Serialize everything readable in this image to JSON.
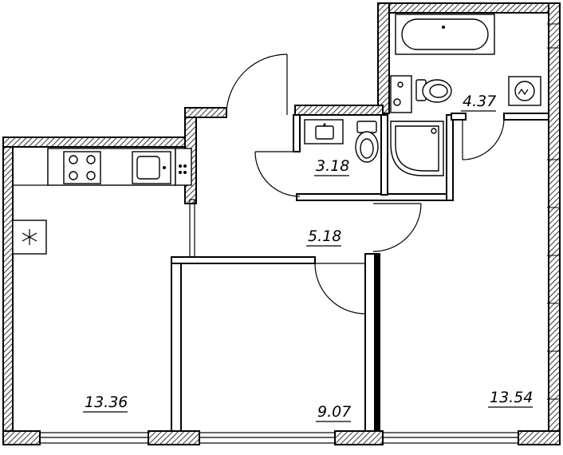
{
  "rooms": [
    {
      "id": "kitchen",
      "area": "13.36"
    },
    {
      "id": "bedroom",
      "area": "9.07"
    },
    {
      "id": "living",
      "area": "13.54"
    },
    {
      "id": "hall",
      "area": "5.18"
    },
    {
      "id": "toilet",
      "area": "3.18"
    },
    {
      "id": "bathroom",
      "area": "4.37"
    }
  ],
  "icons": {
    "fridge": "snowflake-icon",
    "stove": "stove-icon",
    "sink": "sink-icon",
    "toilet": "toilet-icon",
    "bathtub": "bathtub-icon",
    "shower": "shower-icon",
    "washbasin": "washbasin-icon",
    "washing_machine": "washing-machine-icon"
  },
  "colors": {
    "line": "#000000",
    "background": "#ffffff"
  }
}
